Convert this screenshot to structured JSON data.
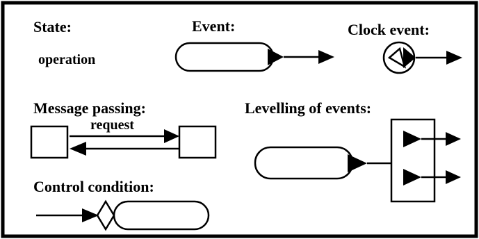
{
  "labels": {
    "state": "State:",
    "operation": "operation",
    "event": "Event:",
    "clock_event": "Clock event:",
    "message_passing": "Message passing:",
    "request": "request",
    "levelling": "Levelling of events:",
    "control_condition": "Control condition:"
  },
  "colors": {
    "ink": "#000000",
    "background": "#ffffff"
  }
}
